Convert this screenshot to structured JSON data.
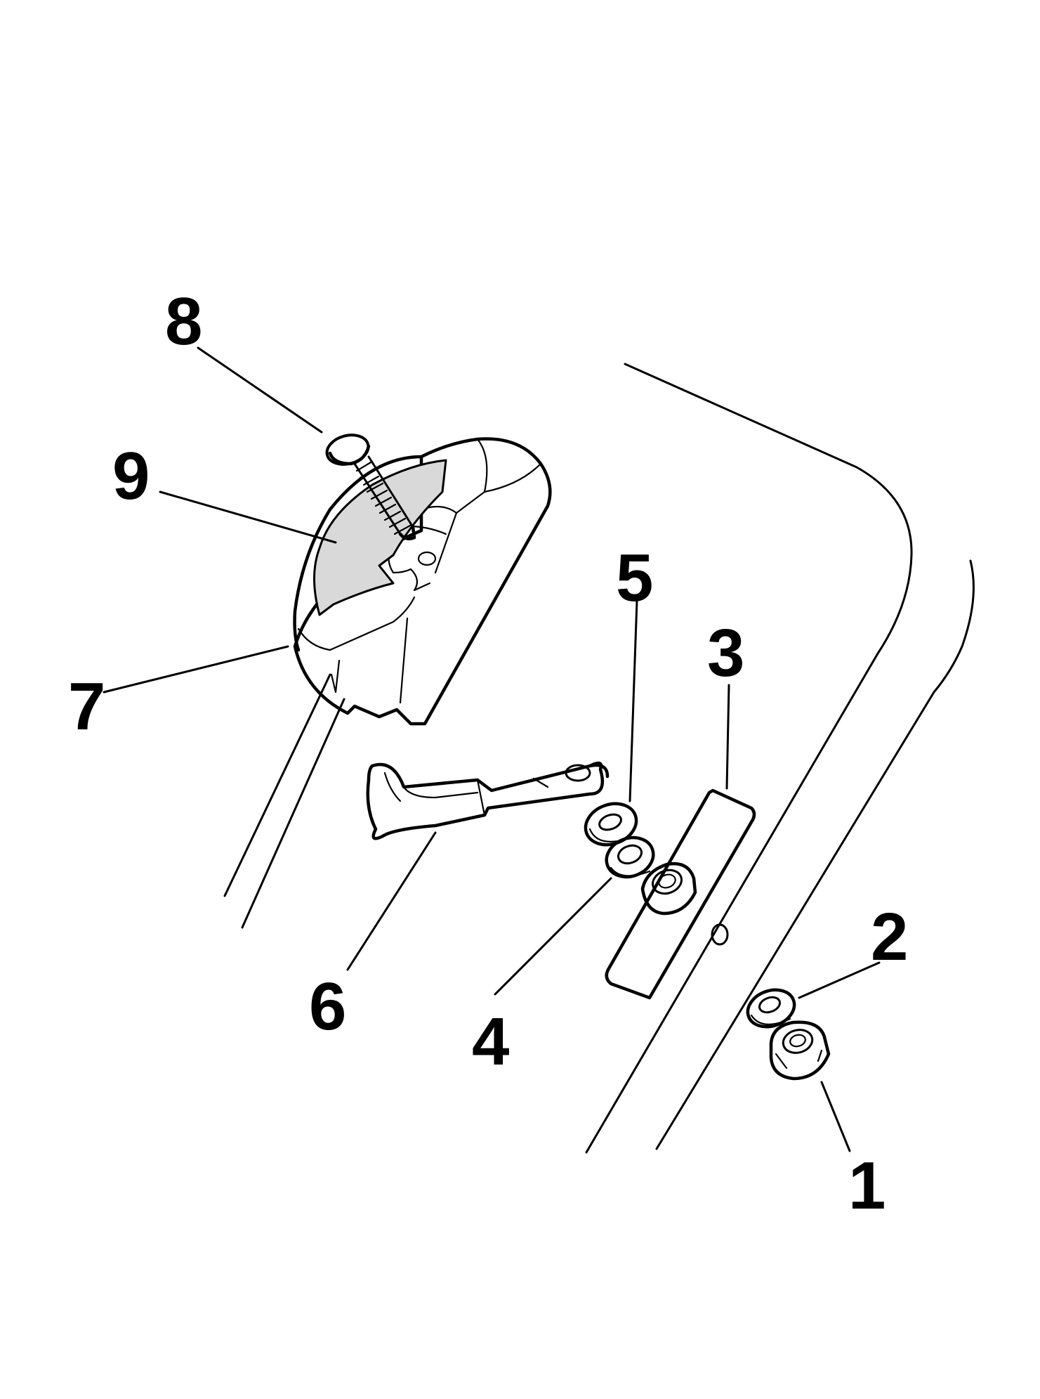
{
  "callouts": [
    {
      "id": "1",
      "label": "1"
    },
    {
      "id": "2",
      "label": "2"
    },
    {
      "id": "3",
      "label": "3"
    },
    {
      "id": "4",
      "label": "4"
    },
    {
      "id": "5",
      "label": "5"
    },
    {
      "id": "6",
      "label": "6"
    },
    {
      "id": "7",
      "label": "7"
    },
    {
      "id": "8",
      "label": "8"
    },
    {
      "id": "9",
      "label": "9"
    }
  ],
  "colors": {
    "line": "#000000",
    "background": "#ffffff",
    "scale_plate_fill": "#d9d9d9"
  }
}
